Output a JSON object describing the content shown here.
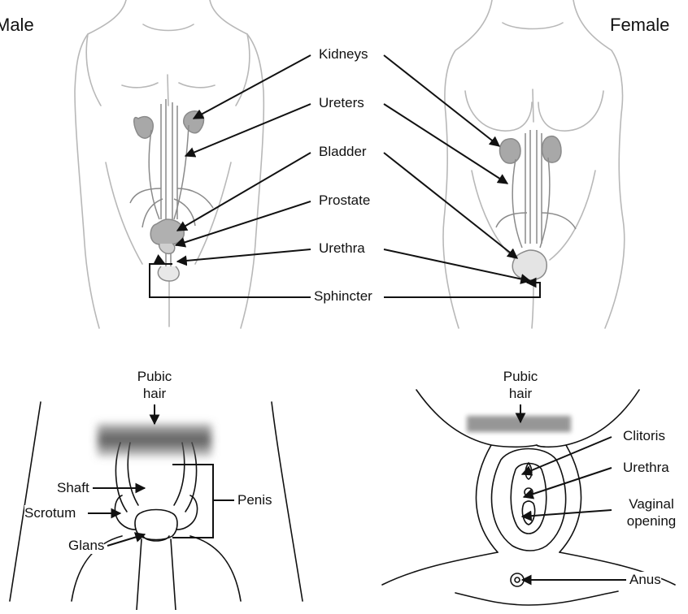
{
  "headings": {
    "male": "Male",
    "female": "Female"
  },
  "urinary_labels": {
    "kidneys": "Kidneys",
    "ureters": "Ureters",
    "bladder": "Bladder",
    "prostate": "Prostate",
    "urethra": "Urethra",
    "sphincter": "Sphincter"
  },
  "male_genital_labels": {
    "pubic_hair_line1": "Pubic",
    "pubic_hair_line2": "hair",
    "shaft": "Shaft",
    "scrotum": "Scrotum",
    "glans": "Glans",
    "penis": "Penis"
  },
  "female_genital_labels": {
    "pubic_hair_line1": "Pubic",
    "pubic_hair_line2": "hair",
    "clitoris": "Clitoris",
    "urethra": "Urethra",
    "vaginal_opening_line1": "Vaginal",
    "vaginal_opening_line2": "opening",
    "anus": "Anus"
  },
  "colors": {
    "outline": "#b8b8b8",
    "organ": "#a9a9a9",
    "arrow": "#111111",
    "pubic_hair": "#555555"
  }
}
